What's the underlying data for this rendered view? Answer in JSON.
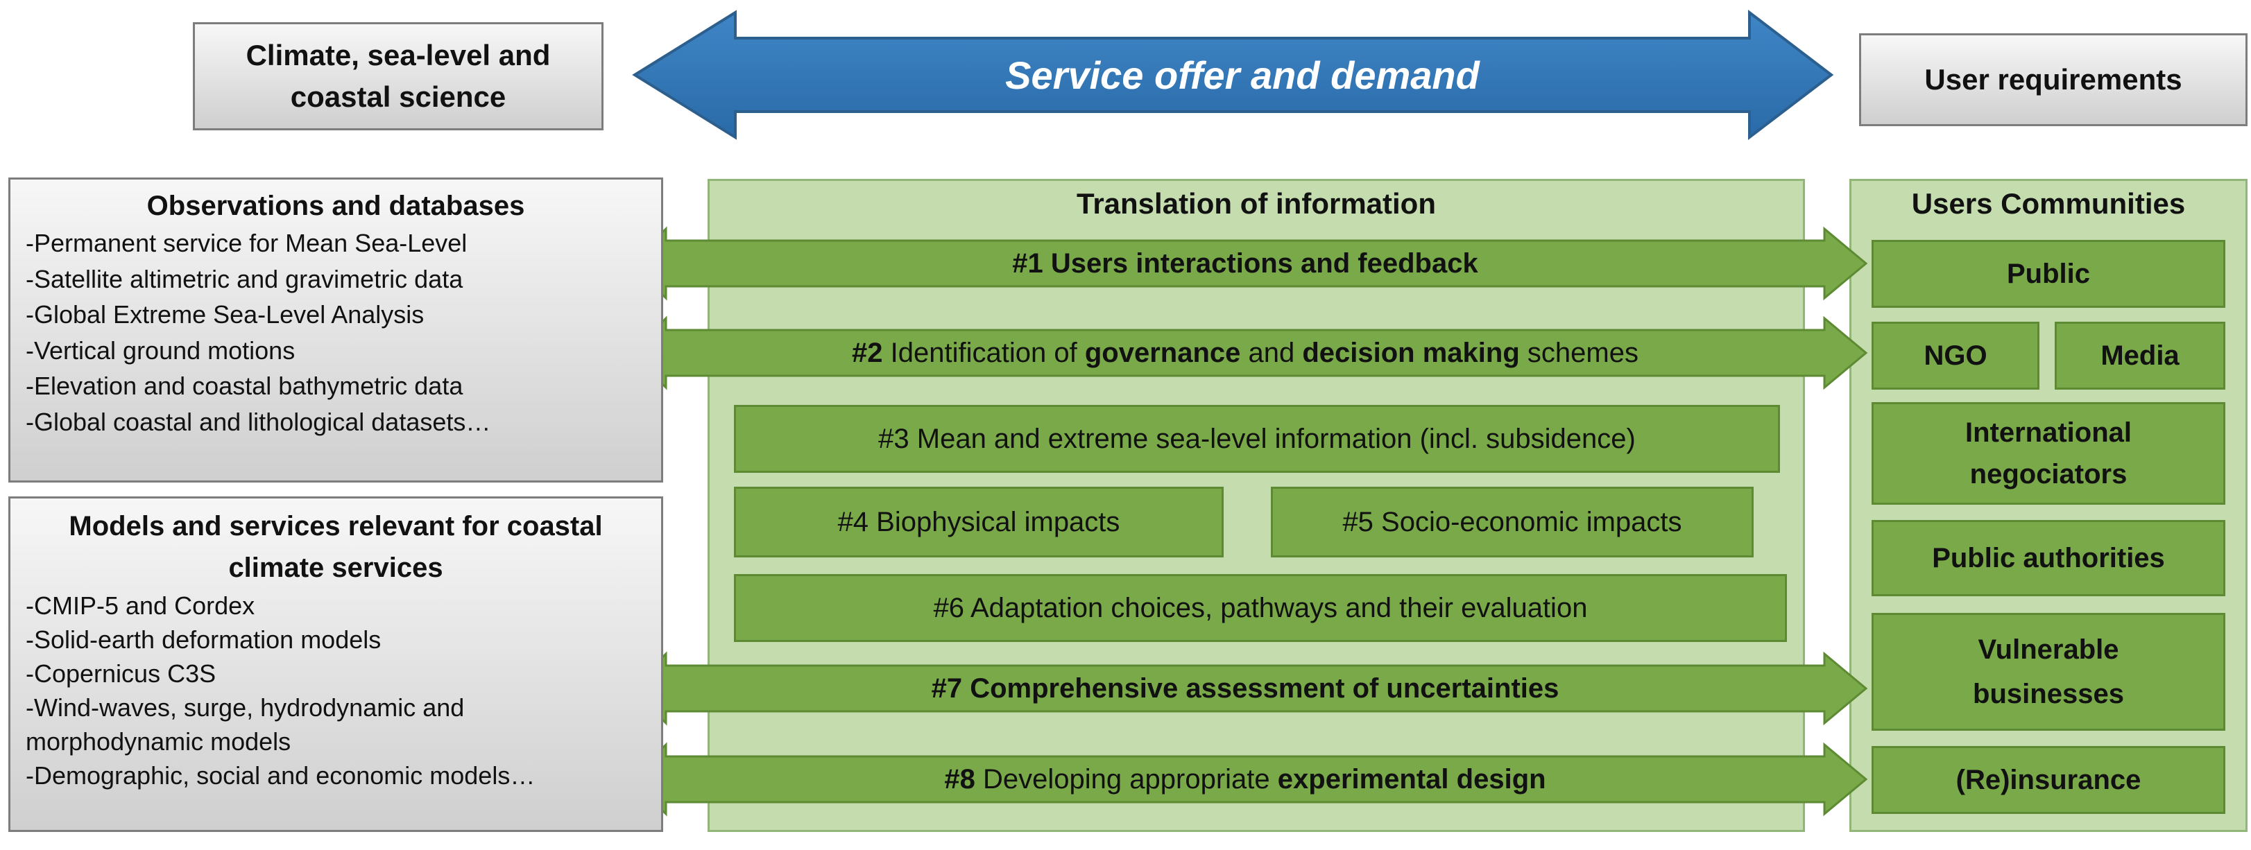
{
  "top": {
    "science_label": "Climate, sea-level and coastal science",
    "service_label": "Service offer and demand",
    "user_req_label": "User requirements"
  },
  "observations": {
    "title": "Observations and databases",
    "items": [
      "-Permanent service for Mean Sea-Level",
      "-Satellite altimetric and gravimetric data",
      "-Global Extreme Sea-Level Analysis",
      "-Vertical ground motions",
      "-Elevation and coastal bathymetric data",
      "-Global coastal and lithological datasets…"
    ]
  },
  "models": {
    "title": "Models and services relevant for coastal climate services",
    "items": [
      "-CMIP-5 and Cordex",
      "-Solid-earth deformation models",
      "-Copernicus C3S",
      "-Wind-waves, surge, hydrodynamic  and",
      "morphodynamic models",
      "-Demographic, social and economic models…"
    ]
  },
  "translation": {
    "title": "Translation of information",
    "item1": "#1 Users interactions and feedback",
    "item2": {
      "num": "#2",
      "t1": " Identification of ",
      "t2": "governance",
      "t3": " and ",
      "t4": "decision making",
      "t5": " schemes"
    },
    "item3": "#3 Mean and extreme sea-level information (incl. subsidence)",
    "item4": "#4 Biophysical impacts",
    "item5": "#5 Socio-economic impacts",
    "item6": "#6 Adaptation choices, pathways and their evaluation",
    "item7": "#7 Comprehensive assessment of uncertainties",
    "item8": {
      "num": "#8",
      "t1": " Developing appropriate ",
      "t2": "experimental design"
    }
  },
  "users": {
    "title": "Users Communities",
    "public": "Public",
    "ngo": "NGO",
    "media": "Media",
    "negotiators_1": "International",
    "negotiators_2": "negociators",
    "authorities": "Public authorities",
    "businesses_1": "Vulnerable",
    "businesses_2": "businesses",
    "insurance": "(Re)insurance"
  },
  "colors": {
    "blue_arrow": "#2e75b6",
    "green_box": "#79a948",
    "green_panel": "#c4dcae",
    "grey_box": "#d9d9d9"
  }
}
